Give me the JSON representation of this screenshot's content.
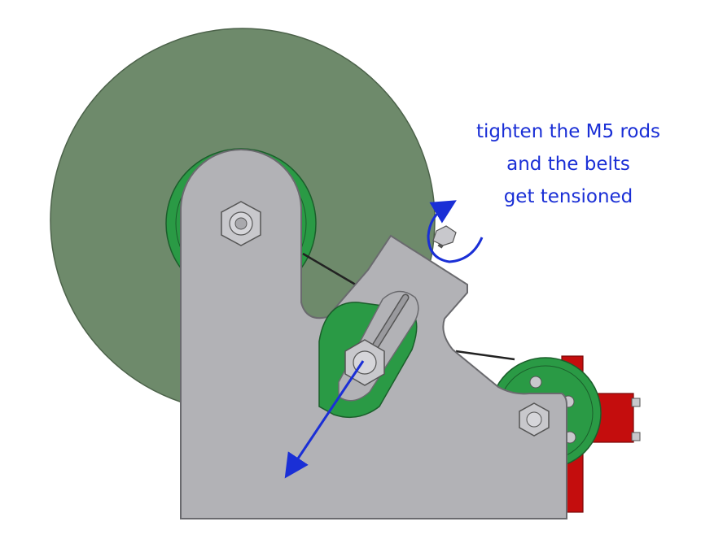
{
  "annotation": {
    "lines": [
      "tighten the M5 rods",
      "and the belts",
      "get tensioned"
    ]
  },
  "colors": {
    "background": "#ffffff",
    "large_disc": "#6e8a6b",
    "pulley_green": "#2a9a45",
    "plate_gray": "#b2b2b6",
    "plate_edge": "#6a6a6e",
    "motor_red": "#c40d0d",
    "annotation_blue": "#1a2fd6",
    "belt": "#222222"
  },
  "icons": [
    "tightening-rotation-arrow",
    "tension-direction-arrow",
    "hex-nut-icon"
  ]
}
